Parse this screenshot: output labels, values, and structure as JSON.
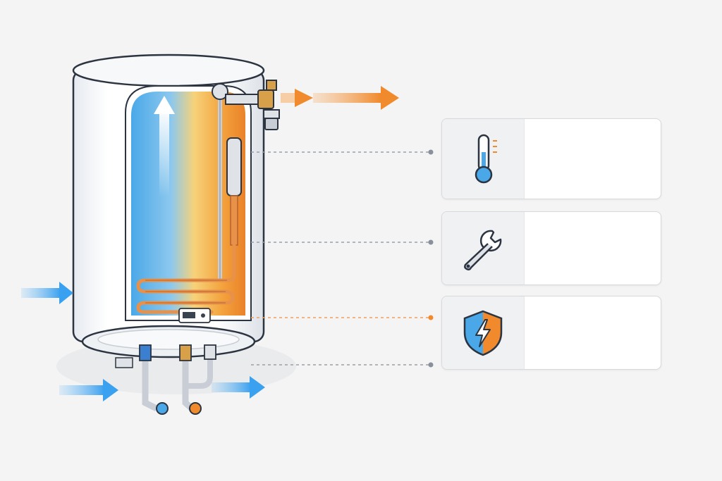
{
  "colors": {
    "background": "#f4f4f5",
    "cold_water": "#3aa0f0",
    "hot_water": "#f08a2c",
    "copper_coil": "#e8914a",
    "tank_shell": "#ffffff",
    "card_border": "#d7d9dd",
    "callout_line_grey": "#9aa0aa",
    "callout_line_orange": "#f0a060"
  },
  "cards": [
    {
      "icon": "thermometer-icon",
      "text": ""
    },
    {
      "icon": "wrench-icon",
      "text": ""
    },
    {
      "icon": "shield-lightning-icon",
      "text": ""
    }
  ],
  "flows": {
    "hot_outlet": "hot-water-out-arrow",
    "cold_inlet_side": "cold-water-in-arrow",
    "cold_inlet_bottom": "cold-water-in-arrow",
    "hot_outlet_bottom": "hot-water-out-arrow"
  }
}
